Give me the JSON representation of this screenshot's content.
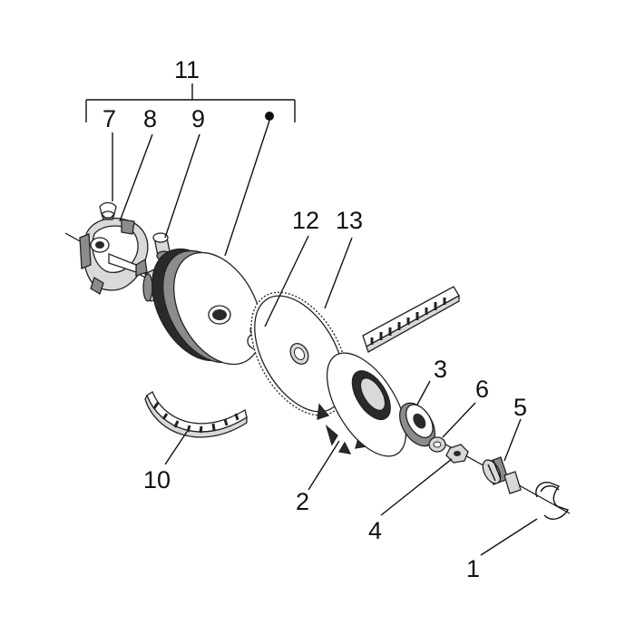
{
  "labels": {
    "p1": "1",
    "p2": "2",
    "p3": "3",
    "p4": "4",
    "p5": "5",
    "p6": "6",
    "p7": "7",
    "p8": "8",
    "p9": "9",
    "p10": "10",
    "p11": "11",
    "p12": "12",
    "p13": "13"
  },
  "colors": {
    "ink": "#111111",
    "part_fill": "#ffffff",
    "shade_dark": "#2a2a2a",
    "shade_mid": "#8c8c8c",
    "shade_light": "#d9d9d9"
  }
}
